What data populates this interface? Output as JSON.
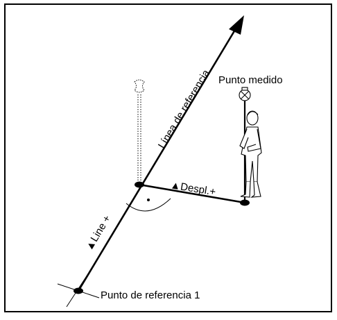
{
  "figure": {
    "labels": {
      "reference_line": "Línea de referencia",
      "measured_point": "Punto medido",
      "offset": "▲Despl.+",
      "line": "▲Line +",
      "reference_point_1": "Punto de referencia 1"
    },
    "icons": {
      "direction_arrow": "arrowhead-icon",
      "prism_pole_ghost": "dotted-prism-pole-icon",
      "surveyor": "surveyor-with-prism-pole-icon",
      "right_angle": "right-angle-arc-icon"
    },
    "colors": {
      "stroke": "#000000",
      "background": "#ffffff"
    }
  }
}
